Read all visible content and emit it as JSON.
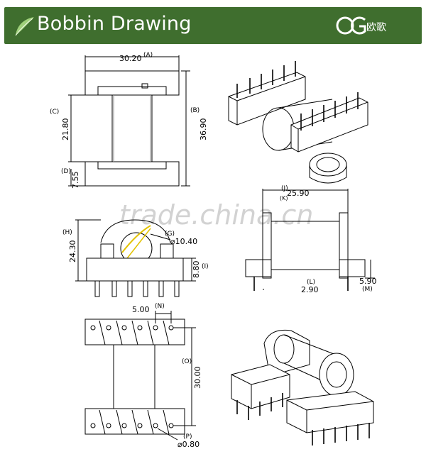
{
  "header": {
    "title": "Bobbin Drawing",
    "logo_glyphs": "欧歌"
  },
  "watermark": "trade.china.cn",
  "dimensions": {
    "top_width": "30.20",
    "top_width_tag": "(A)",
    "height_total": "36.90",
    "height_total_tag": "(B)",
    "inner_height": "21.80",
    "inner_height_tag": "(C)",
    "flange": "7.55",
    "flange_tag": "(D)",
    "side_width": "25.90",
    "side_width_tag": "(J)",
    "side_k_tag": "(K)",
    "front_height": "24.30",
    "front_h_tag": "(H)",
    "bore": "⌀10.40",
    "bore_tag": "(G)",
    "pin_height": "8.80",
    "pin_height_tag": "(I)",
    "pin_dist": "2.90",
    "pin_dist_tag": "(L)",
    "pin_len": "5.90",
    "pin_len_tag": "(M)",
    "pitch": "5.00",
    "pitch_tag": "(N)",
    "row_span": "30.00",
    "row_span_tag": "(O)",
    "pin_dia": "⌀0.80",
    "pin_dia_tag": "(P)"
  }
}
